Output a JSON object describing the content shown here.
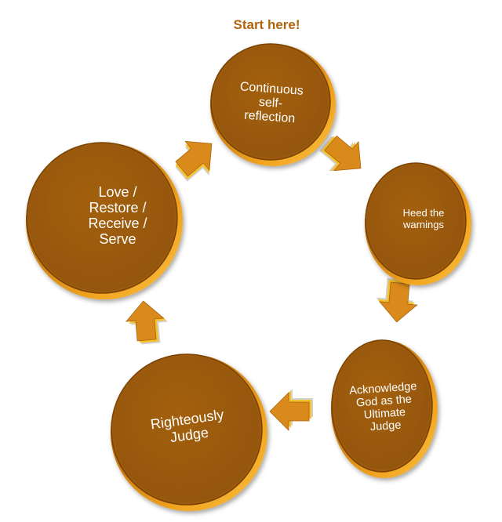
{
  "diagram": {
    "type": "cycle",
    "start_label": "Start here!",
    "colors": {
      "node_face": "#9c5a0a",
      "node_rim": "#e08a10",
      "node_rim_highlight": "#f6b830",
      "arrow_face": "#d98a1a",
      "arrow_edge": "#f5c12a",
      "start_label": "#b3620e",
      "text": "#ffffff"
    },
    "nodes": [
      {
        "id": "continuous-self-reflection",
        "label": "Continuous self-reflection",
        "lines": [
          "Continuous",
          "self-",
          "reflection"
        ]
      },
      {
        "id": "heed-the-warnings",
        "label": "Heed the warnings",
        "lines": [
          "Heed the",
          "warnings"
        ]
      },
      {
        "id": "acknowledge-god",
        "label": "Acknowledge God as the Ultimate Judge",
        "lines": [
          "Acknowledge",
          "God as the",
          "Ultimate",
          "Judge"
        ]
      },
      {
        "id": "righteously-judge",
        "label": "Righteously Judge",
        "lines": [
          "Righteously",
          "Judge"
        ]
      },
      {
        "id": "love-restore-receive-serve",
        "label": "Love / Restore / Receive / Serve",
        "lines": [
          "Love /",
          "Restore /",
          "Receive /",
          "Serve"
        ]
      }
    ],
    "arrows": [
      {
        "from": "continuous-self-reflection",
        "to": "heed-the-warnings",
        "direction": "down-right"
      },
      {
        "from": "heed-the-warnings",
        "to": "acknowledge-god",
        "direction": "down"
      },
      {
        "from": "acknowledge-god",
        "to": "righteously-judge",
        "direction": "left"
      },
      {
        "from": "righteously-judge",
        "to": "love-restore-receive-serve",
        "direction": "up"
      },
      {
        "from": "love-restore-receive-serve",
        "to": "continuous-self-reflection",
        "direction": "up-right"
      }
    ]
  }
}
